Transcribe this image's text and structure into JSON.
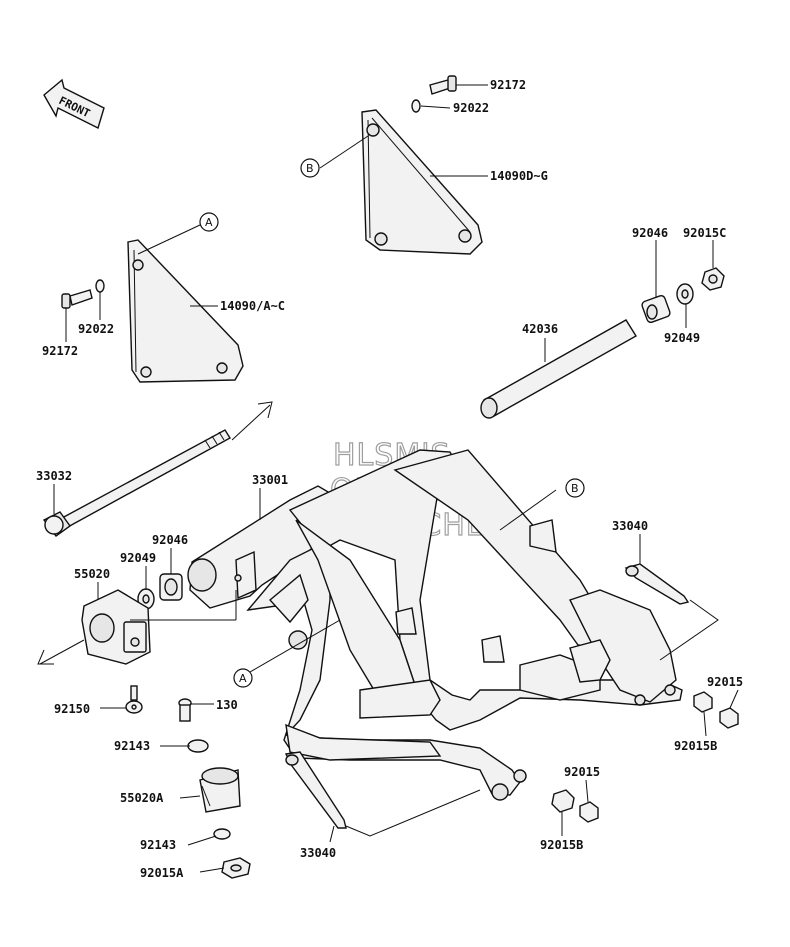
{
  "front_label": "FRONT",
  "watermark": [
    "HLSM'S",
    "ONLINE",
    "MICROFICHE"
  ],
  "callouts": {
    "a_top": "A",
    "b_top": "B",
    "b_frame": "B",
    "a_frame": "A"
  },
  "parts": {
    "p92172_top": "92172",
    "p92022_top": "92022",
    "p14090d": "14090D~G",
    "p92015c": "92015C",
    "p92046_top": "92046",
    "p92049_top": "92049",
    "p14090a": "14090/A~C",
    "p92022_left": "92022",
    "p92172_left": "92172",
    "p42036": "42036",
    "p33032": "33032",
    "p33001": "33001",
    "p92046_left": "92046",
    "p92049_left": "92049",
    "p55020": "55020",
    "p33040_right": "33040",
    "p92015_right": "92015",
    "p92015b_right": "92015B",
    "p92150": "92150",
    "p130": "130",
    "p92143_top": "92143",
    "p55020a": "55020A",
    "p92143_bottom": "92143",
    "p92015a": "92015A",
    "p33040_bottom": "33040",
    "p92015_bottom": "92015",
    "p92015b_bottom": "92015B"
  }
}
